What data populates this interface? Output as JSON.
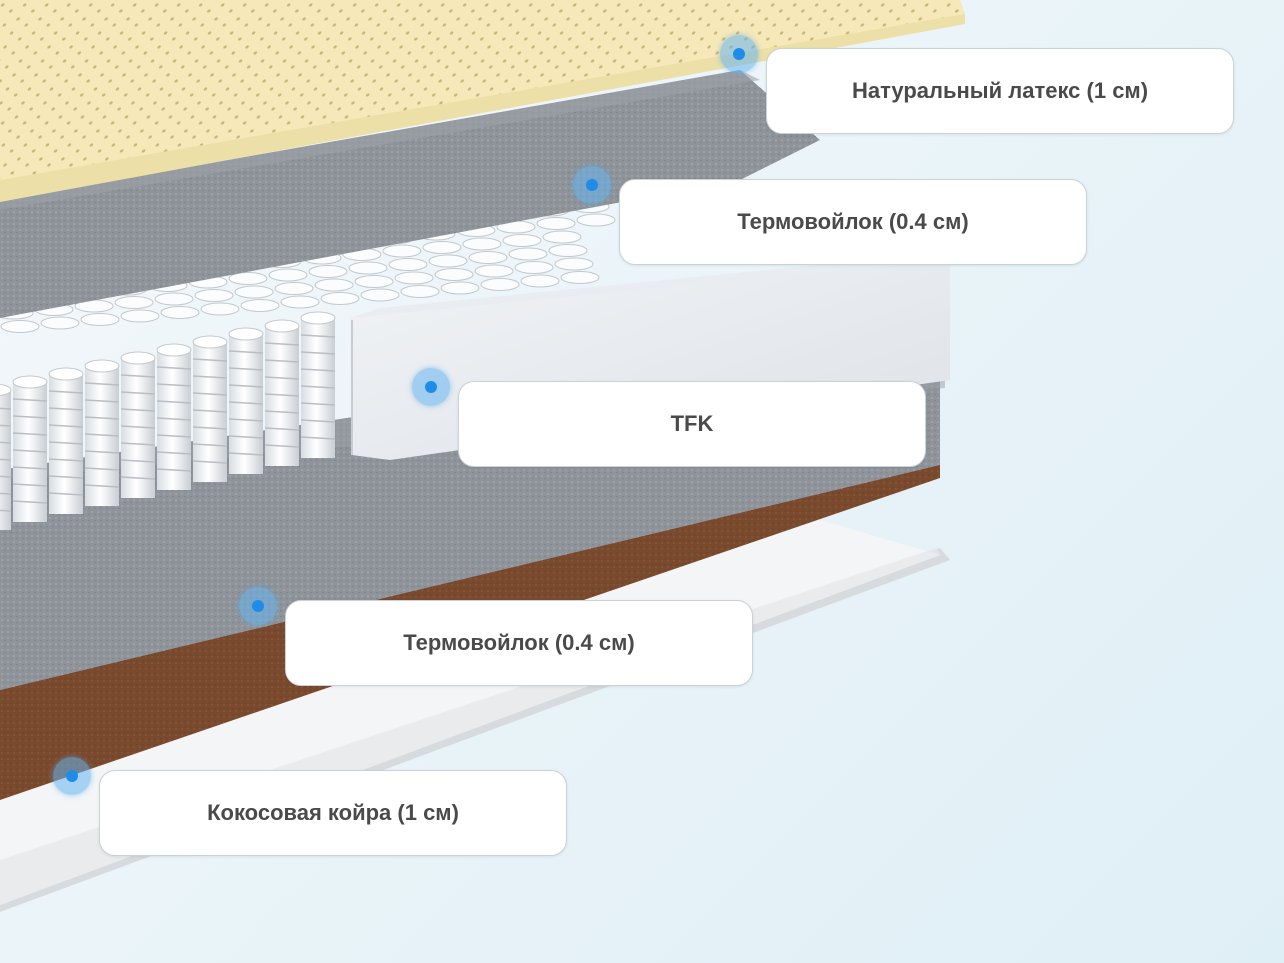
{
  "layers": [
    {
      "label": "Натуральный латекс (1 см)"
    },
    {
      "label": "Термовойлок (0.4 см)"
    },
    {
      "label": "TFK"
    },
    {
      "label": "Термовойлок (0.4 см)"
    },
    {
      "label": "Кокосовая койра (1 см)"
    }
  ],
  "colors": {
    "latex": "#f6e8b8",
    "felt": "#8d9399",
    "springs": "#ffffff",
    "coir": "#7a4a2e",
    "marker": "#1f8de8"
  }
}
